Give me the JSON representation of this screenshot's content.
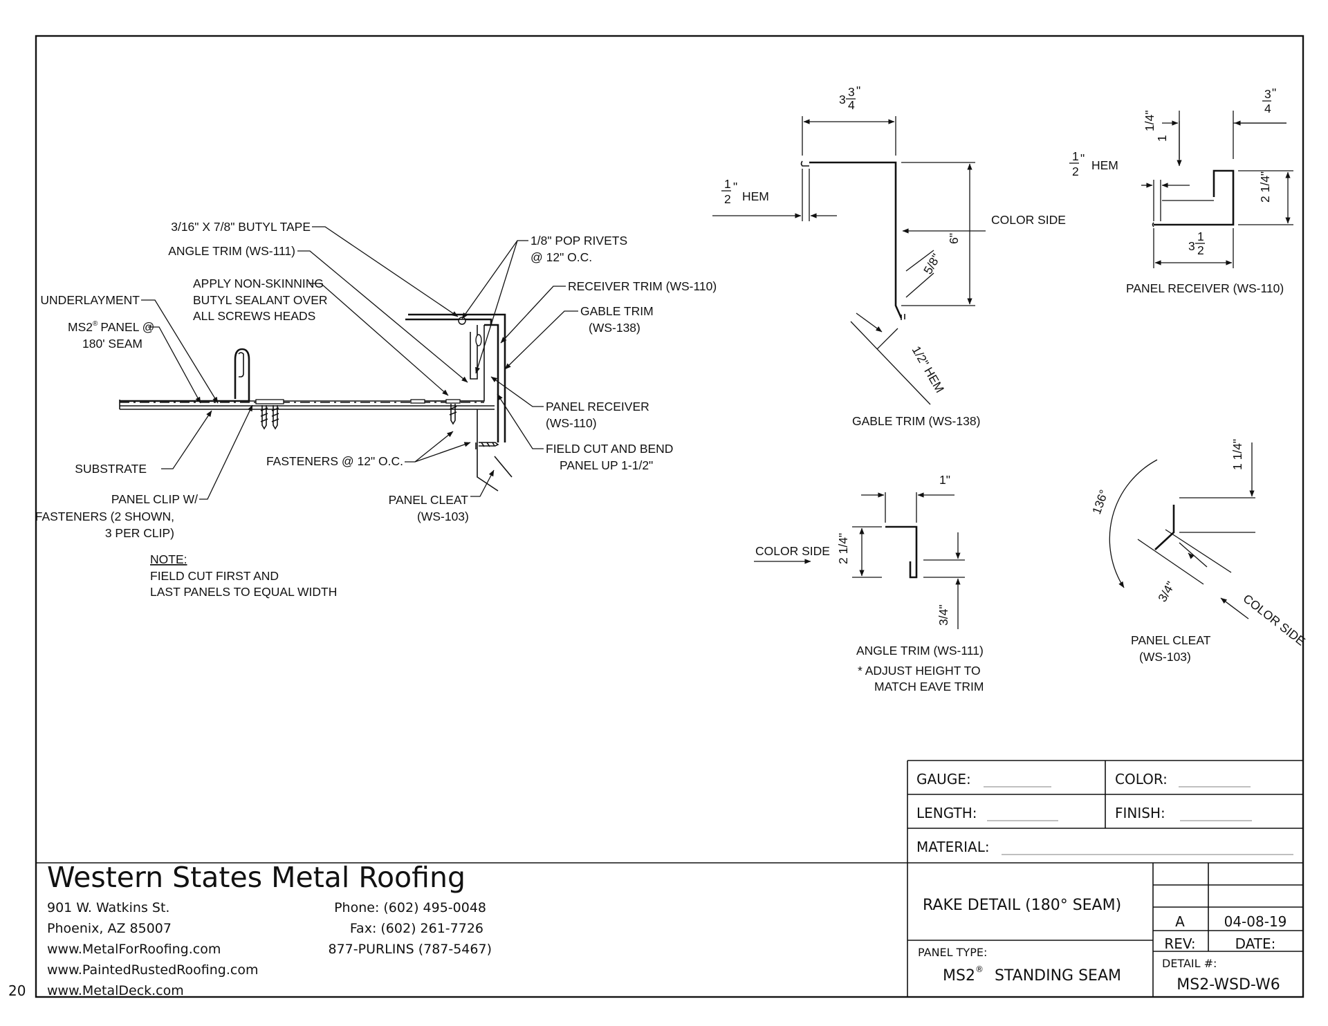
{
  "page_number": "20",
  "company": {
    "name": "Western States Metal Roofing",
    "address1": "901 W. Watkins St.",
    "address2": "Phoenix, AZ 85007",
    "web1": "www.MetalForRoofing.com",
    "web2": "www.PaintedRustedRoofing.com",
    "web3": "www.MetalDeck.com",
    "phone": "Phone: (602) 495-0048",
    "fax": "Fax: (602) 261-7726",
    "tollfree": "877-PURLINS (787-5467)"
  },
  "title_block": {
    "gauge": "GAUGE:",
    "color": "COLOR:",
    "length": "LENGTH:",
    "finish": "FINISH:",
    "material": "MATERIAL:",
    "title": "RAKE DETAIL (180° SEAM)",
    "panel_type_label": "PANEL TYPE:",
    "panel_type": "MS2",
    "panel_type_reg": "®",
    "panel_type_suffix": "STANDING SEAM",
    "rev_value": "A",
    "date_value": "04-08-19",
    "rev_label": "REV:",
    "date_label": "DATE:",
    "detail_label": "DETAIL #:",
    "detail_value": "MS2-WSD-W6"
  },
  "main_detail": {
    "butyl_tape": "3/16\" X 7/8\" BUTYL TAPE",
    "angle_trim": "ANGLE TRIM (WS-111)",
    "apply_1": "APPLY NON-SKINNING",
    "apply_2": "BUTYL SEALANT OVER",
    "apply_3": "ALL SCREWS HEADS",
    "underlayment": "UNDERLAYMENT",
    "ms2_panel_1": "MS2",
    "ms2_reg": "®",
    "ms2_panel_1b": "PANEL @",
    "ms2_panel_2": "180' SEAM",
    "pop_rivets_1": "1/8\" POP RIVETS",
    "pop_rivets_2": "@ 12\" O.C.",
    "receiver_trim": "RECEIVER TRIM (WS-110)",
    "gable_trim_1": "GABLE TRIM",
    "gable_trim_2": "(WS-138)",
    "panel_receiver_1": "PANEL RECEIVER",
    "panel_receiver_2": "(WS-110)",
    "field_cut_1": "FIELD CUT AND BEND",
    "field_cut_2": "PANEL UP 1-1/2\"",
    "substrate": "SUBSTRATE",
    "fasteners": "FASTENERS @ 12\" O.C.",
    "panel_cleat_1": "PANEL CLEAT",
    "panel_cleat_2": "(WS-103)",
    "panel_clip_1": "PANEL CLIP W/",
    "panel_clip_2": "FASTENERS (2 SHOWN,",
    "panel_clip_3": "3 PER CLIP)",
    "note_title": "NOTE:",
    "note_1": "FIELD CUT FIRST AND",
    "note_2": "LAST PANELS TO EQUAL WIDTH"
  },
  "gable_trim_detail": {
    "title": "GABLE TRIM (WS-138)",
    "dim_top_whole": "3",
    "dim_top_num": "3",
    "dim_top_den": "4",
    "hem_num": "1",
    "hem_den": "2",
    "hem_label": "HEM",
    "height": "6\"",
    "color_side": "COLOR SIDE",
    "angle_dim": "5/8\"",
    "hem2": "1/2\" HEM"
  },
  "panel_receiver_detail": {
    "title": "PANEL RECEIVER (WS-110)",
    "hem_num": "1",
    "hem_den": "2",
    "hem_label": "HEM",
    "dim_a_whole": "1",
    "dim_a_num": "1",
    "dim_a_den": "4",
    "dim_b_num": "3",
    "dim_b_den": "4",
    "dim_c_whole": "2",
    "dim_c_num": "1",
    "dim_c_den": "4",
    "dim_d_whole": "3",
    "dim_d_num": "1",
    "dim_d_den": "2"
  },
  "angle_trim_detail": {
    "title": "ANGLE TRIM (WS-111)",
    "note_1": "* ADJUST HEIGHT TO",
    "note_2": "MATCH EAVE TRIM",
    "color_side": "COLOR SIDE",
    "dim_top": "1\"",
    "dim_h_whole": "2",
    "dim_h_num": "1",
    "dim_h_den": "4",
    "dim_b_num": "3",
    "dim_b_den": "4"
  },
  "panel_cleat_detail": {
    "title_1": "PANEL CLEAT",
    "title_2": "(WS-103)",
    "angle": "136°",
    "color_side": "COLOR SIDE",
    "dim_a_whole": "1",
    "dim_a_num": "1",
    "dim_a_den": "4",
    "dim_b_num": "3",
    "dim_b_den": "4"
  }
}
